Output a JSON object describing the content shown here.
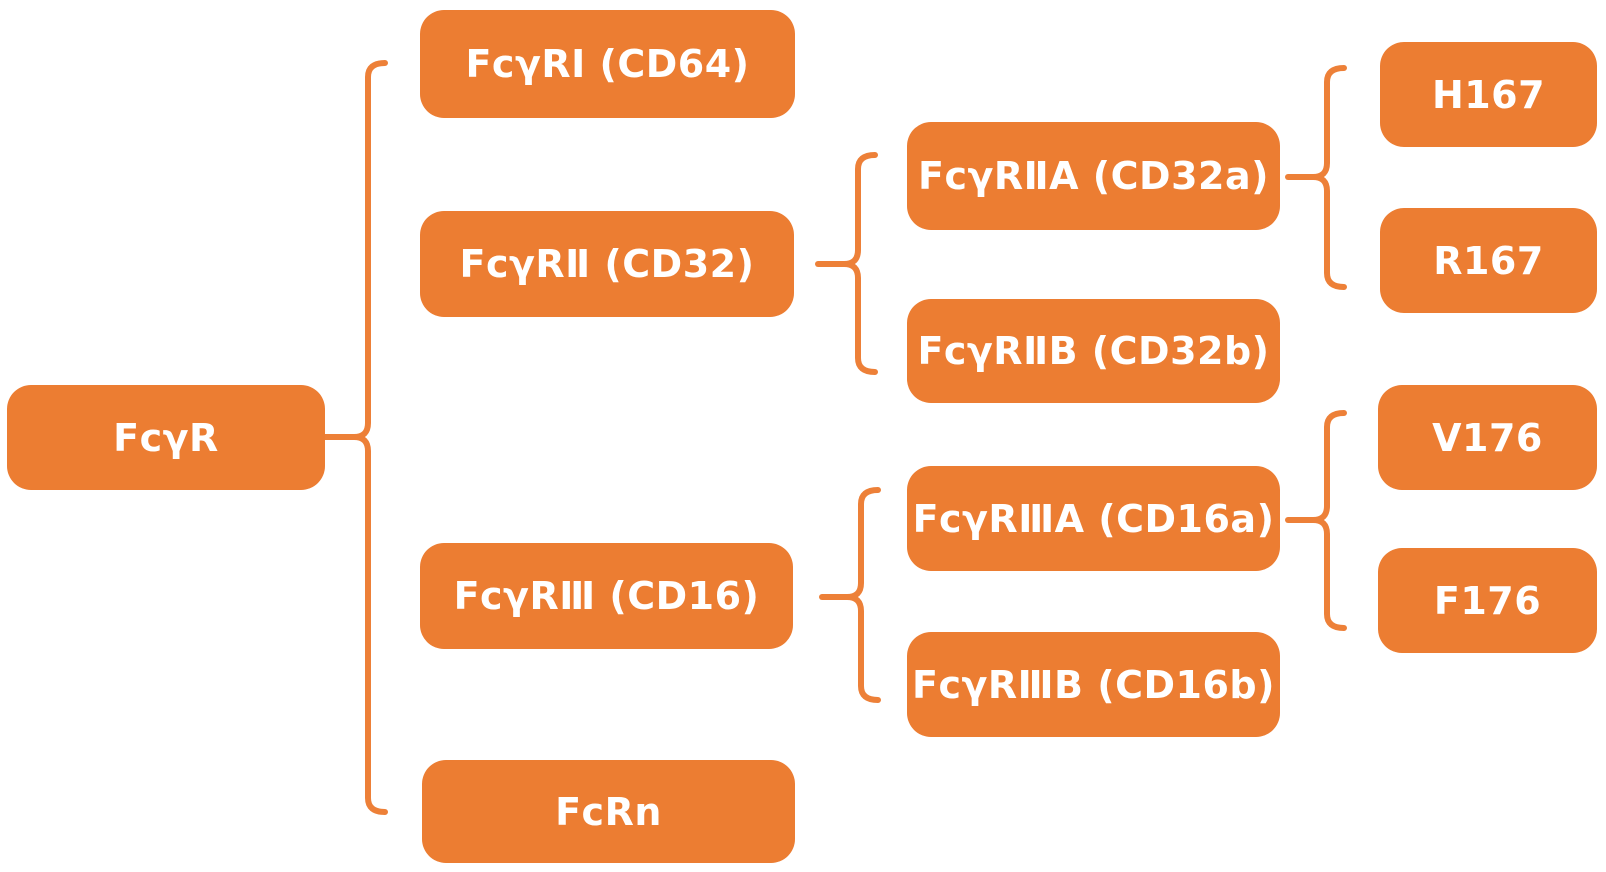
{
  "colors": {
    "node_fill": "#EC7D32",
    "node_text": "#FFFFFF",
    "connector": "#ED8038",
    "background": "#FFFFFF"
  },
  "tree": {
    "label": "FcγR",
    "children": [
      {
        "label": "FcγRⅠ (CD64)",
        "children": []
      },
      {
        "label": "FcγRⅡ (CD32)",
        "children": [
          {
            "label": "FcγRⅡA (CD32a)",
            "children": [
              {
                "label": "H167",
                "children": []
              },
              {
                "label": "R167",
                "children": []
              }
            ]
          },
          {
            "label": "FcγRⅡB (CD32b)",
            "children": []
          }
        ]
      },
      {
        "label": "FcγRⅢ (CD16)",
        "children": [
          {
            "label": "FcγRⅢA (CD16a)",
            "children": [
              {
                "label": "V176",
                "children": []
              },
              {
                "label": "F176",
                "children": []
              }
            ]
          },
          {
            "label": "FcγRⅢB (CD16b)",
            "children": []
          }
        ]
      },
      {
        "label": "FcRn",
        "children": []
      }
    ]
  }
}
